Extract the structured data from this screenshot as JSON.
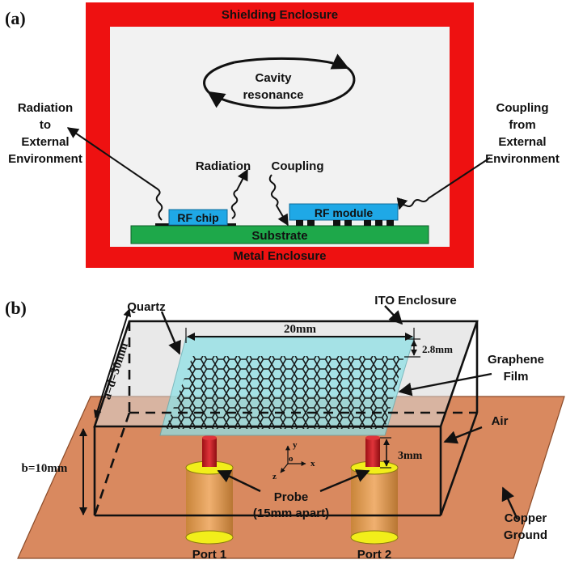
{
  "panel_a": {
    "tag": "(a)",
    "top_enclosure": "Shielding Enclosure",
    "bottom_enclosure": "Metal Enclosure",
    "cavity_line1": "Cavity",
    "cavity_line2": "resonance",
    "radiation_external": [
      "Radiation",
      "to",
      "External",
      "Environment"
    ],
    "coupling_external": [
      "Coupling",
      "from",
      "External",
      "Environment"
    ],
    "radiation": "Radiation",
    "coupling": "Coupling",
    "rf_chip": "RF chip",
    "rf_module": "RF module",
    "substrate": "Substrate"
  },
  "panel_b": {
    "tag": "(b)",
    "quartz": "Quartz",
    "ito": "ITO Enclosure",
    "width_dim": "20mm",
    "thickness_dim": "2.8mm",
    "graphene_line1": "Graphene",
    "graphene_line2": "Film",
    "ad_dim": "a=d=30mm",
    "b_dim": "b=10mm",
    "air": "Air",
    "probe_gap": "3mm",
    "axis_y": "y",
    "axis_o": "o",
    "axis_x": "x",
    "axis_z": "z",
    "probe_line1": "Probe",
    "probe_line2": "(15mm apart)",
    "copper_line1": "Copper",
    "copper_line2": "Ground",
    "port1": "Port 1",
    "port2": "Port 2"
  },
  "colors": {
    "shield_red": "#ee1111",
    "cavity_bg": "#f2f2f2",
    "chip_blue": "#1fa8e6",
    "substrate_green": "#1ea84a",
    "copper": "#d9895f",
    "quartz": "#8fe0e6",
    "port_yellow": "#f2ee1a",
    "probe_red": "#d21f24"
  }
}
